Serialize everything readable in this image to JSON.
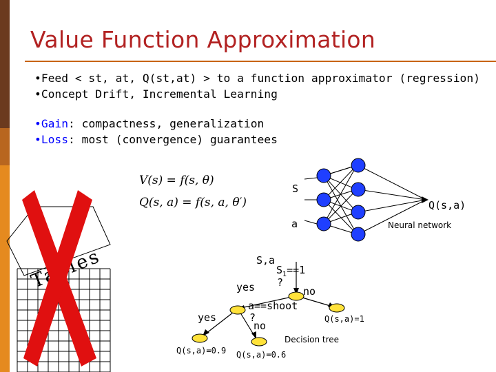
{
  "slide": {
    "title": "Value Function Approximation",
    "bullets": [
      {
        "marker": "•",
        "text": "Feed < st, at, Q(st,at) > to a function approximator (regression)"
      },
      {
        "marker": "•",
        "text": "Concept Drift, Incremental Learning"
      }
    ],
    "gain": {
      "marker": "•",
      "label": "Gain",
      "text": ": compactness, generalization"
    },
    "loss": {
      "marker": "•",
      "label": "Loss",
      "text": ": most (convergence) guarantees"
    },
    "equation_v": "V(s) = f(s, θ)",
    "equation_q": "Q(s, a) = f(s, a, θ′)"
  },
  "neural_network": {
    "input_s": "S",
    "input_a": "a",
    "output": "Q(s,a)",
    "caption": "Neural network",
    "node_color": "#1f3fff"
  },
  "tables_graphic": {
    "word": "Tables",
    "cross_color": "#e01010"
  },
  "decision_tree": {
    "root_label": "S,a",
    "test1_prefix": "S",
    "test1_sub": "1",
    "test1_suffix": "==1",
    "test1_q": "?",
    "yes1": "yes",
    "no1": "no",
    "test2": "a==shoot",
    "test2_q": "?",
    "yes2": "yes",
    "no2": "no",
    "leaf_right": "Q(s,a)=1",
    "leaf_left": "Q(s,a)=0.9",
    "leaf_mid": "Q(s,a)=0.6",
    "caption": "Decision tree",
    "node_color": "#ffe23a"
  }
}
